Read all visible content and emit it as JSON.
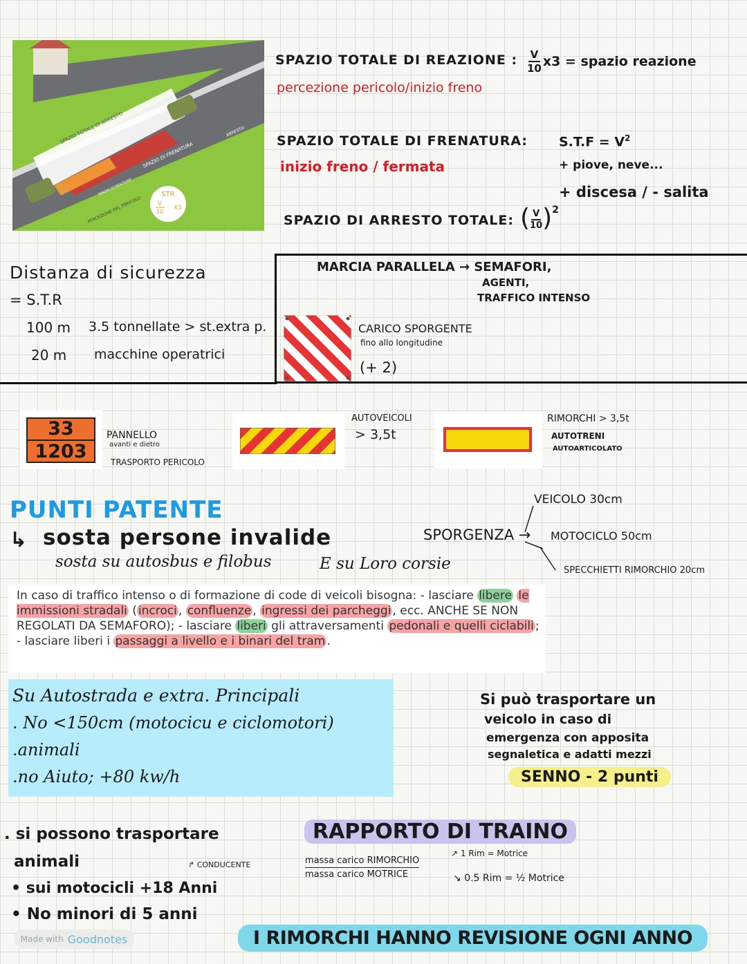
{
  "illustration": {
    "label_total": "SPAZIO TOTALE DI ARRESTO",
    "label_braking": "SPAZIO DI FRENATURA",
    "label_stop": "ARRESTO",
    "label_reaction": "SPAZIO DI REAZIONE",
    "label_perception": "PERCEZIONE DEL PERICOLO",
    "circle_top": "STR",
    "circle_frac_num": "V",
    "circle_frac_den": "10",
    "circle_mult": "X3"
  },
  "reaction": {
    "title": "SPAZIO TOTALE DI REAZIONE :",
    "subtitle": "percezione pericolo/inizio freno",
    "frac_num": "V",
    "frac_den": "10",
    "formula_rest": "x3 = spazio reazione"
  },
  "braking": {
    "title": "SPAZIO TOTALE DI FRENATURA:",
    "subtitle": "inizio freno / fermata",
    "formula": "S.T.F = V",
    "exp": "2",
    "note1": "+ piove, neve...",
    "note2": "+ discesa / - salita"
  },
  "stopping": {
    "title": "SPAZIO DI ARRESTO TOTALE:",
    "frac_num": "V",
    "frac_den": "10",
    "exp": "2"
  },
  "safety": {
    "title": "Distanza di sicurezza",
    "line1": "= S.T.R",
    "row1_dist": "100 m",
    "row1_desc": "3.5 tonnellate > st.extra p.",
    "row2_dist": "20 m",
    "row2_desc": "macchine operatrici"
  },
  "parallel": {
    "line1": "MARCIA PARALLELA → SEMAFORI,",
    "line2": "AGENTI,",
    "line3": "TRAFFICO INTENSO"
  },
  "overhang": {
    "title": "CARICO SPORGENTE",
    "sub": "fino allo longitudine",
    "note": "(+ 2)"
  },
  "hazard": {
    "code_top": "33",
    "code_bottom": "1203",
    "line1": "PANNELLO",
    "line2": "avanti e dietro",
    "line3": "TRASPORTO PERICOLO"
  },
  "vehicles": {
    "label1": "AUTOVEICOLI",
    "label2": "> 3,5t"
  },
  "trailers": {
    "label1": "RIMORCHI > 3,5t",
    "label2": "AUTOTRENI",
    "label3": "AUTOARTICOLATO"
  },
  "points": {
    "title": "PUNTI PATENTE",
    "line1": "sosta persone invalide",
    "line2": "sosta su autosbus e filobus",
    "line3": "E su Loro corsie"
  },
  "sporgenza": {
    "label": "SPORGENZA",
    "item1": "VEICOLO 30cm",
    "item2": "MOTOCICLO 50cm",
    "item3": "SPECCHIETTI RIMORCHIO 20cm"
  },
  "traffic": {
    "t1": "In caso di traffico intenso o di formazione di code di veicoli bisogna:  - lasciare ",
    "h1": "libere",
    "t2": " ",
    "h2": "le immissioni stradali",
    "t3": " (",
    "h3": "incroci",
    "t4": ", ",
    "h4": "confluenze",
    "t5": ", ",
    "h5": "ingressi dei parcheggi",
    "t6": ", ecc. ANCHE SE NON REGOLATI DA SEMAFORO);  - lasciare ",
    "h6": "liberi",
    "t7": " gli attraversamenti ",
    "h7": "pedonali e quelli ciclabili",
    "t8": "; - lasciare liberi i ",
    "h8": "passaggi a livello e i binari del tram",
    "t9": "."
  },
  "highway": {
    "line1": "Su Autostrada e extra. Principali",
    "line2": ". No <150cm (motocicu e ciclomotori)",
    "line3": ".animali",
    "line4": ".no Aiuto; +80 kw/h"
  },
  "emergency": {
    "line1": "Si può trasportare un",
    "line2": "veicolo in caso di",
    "line3": "emergenza con apposita",
    "line4": "segnaletica e adatti mezzi",
    "penalty": "SENNO - 2 punti"
  },
  "animals": {
    "line1": ". si possono trasportare",
    "line2": "animali",
    "line3": "• sui motocicli +18 Anni",
    "line4": "• No minori di 5 anni",
    "driver": "CONDUCENTE"
  },
  "towing": {
    "title": "RAPPORTO DI TRAINO",
    "num": "massa carico RIMORCHIO",
    "den": "massa carico MOTRICE",
    "r1": "1  Rim = Motrice",
    "r2": "0.5  Rim = ½ Motrice"
  },
  "revision": "I RIMORCHI HANNO REVISIONE OGNI ANNO",
  "badge": {
    "prefix": "Made with",
    "brand": "Goodnotes"
  },
  "colors": {
    "red": "#d91b2a",
    "orange": "#e8702a",
    "yellow": "#f5d90a",
    "blue_card": "#b6ecfb"
  }
}
